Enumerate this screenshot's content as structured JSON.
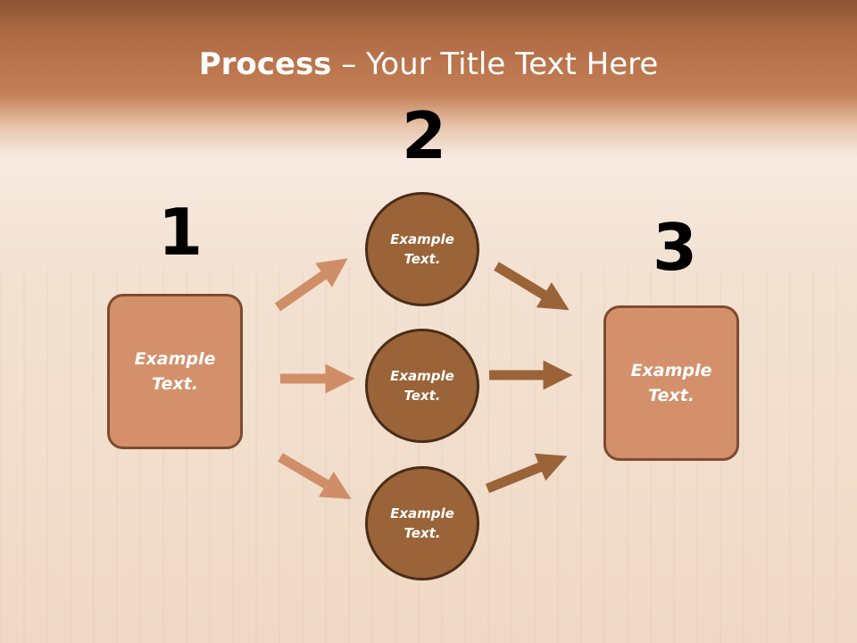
{
  "title": {
    "bold": "Process",
    "rest": " – Your Title Text Here"
  },
  "steps": {
    "one": "1",
    "two": "2",
    "three": "3"
  },
  "nodes": {
    "left_box": "Example Text.",
    "circle_top": "Example Text.",
    "circle_mid": "Example Text.",
    "circle_bottom": "Example Text.",
    "right_box": "Example Text."
  },
  "colors": {
    "box_fill": "#d4906a",
    "circle_fill": "#9a6338",
    "arrow_light": "#d08e68",
    "arrow_dark": "#9a6338"
  }
}
